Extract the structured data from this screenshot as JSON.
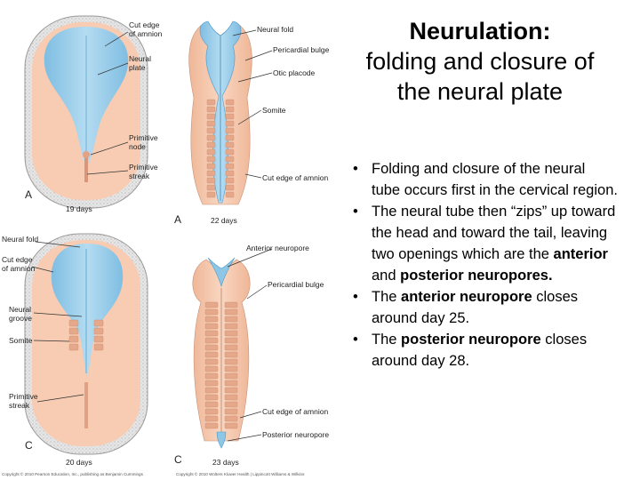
{
  "slide": {
    "title_bold": "Neurulation:",
    "title_rest": "folding and closure of the neural plate",
    "bullets": [
      [
        {
          "t": "Folding and closure of the neural tube occurs first in the cervical region.",
          "b": false
        }
      ],
      [
        {
          "t": "The neural tube then “zips” up toward the head and toward the tail, leaving two openings which are the ",
          "b": false
        },
        {
          "t": "anterior",
          "b": true
        },
        {
          "t": " and ",
          "b": false
        },
        {
          "t": "posterior neuropores.",
          "b": true
        }
      ],
      [
        {
          "t": "The ",
          "b": false
        },
        {
          "t": "anterior neuropore",
          "b": true
        },
        {
          "t": " closes around day 25.",
          "b": false
        }
      ],
      [
        {
          "t": "The ",
          "b": false
        },
        {
          "t": "posterior neuropore",
          "b": true
        },
        {
          "t": " closes around day 28.",
          "b": false
        }
      ]
    ]
  },
  "figure": {
    "top_left": {
      "letter": "A",
      "days": "19 days",
      "labels": {
        "cut_edge": [
          "Cut edge",
          "of amnion"
        ],
        "neural_plate": [
          "Neural",
          "plate"
        ],
        "primitive_node": [
          "Primitive",
          "node"
        ],
        "primitive_streak": [
          "Primitive",
          "streak"
        ]
      }
    },
    "top_right": {
      "letter": "A",
      "days": "22 days",
      "labels": {
        "neural_fold": "Neural fold",
        "pericardial_bulge": "Pericardial bulge",
        "otic_placode": "Otic placode",
        "somite": "Somite",
        "cut_edge": "Cut edge of amnion"
      }
    },
    "bottom_left": {
      "letter": "C",
      "days": "20 days",
      "labels": {
        "neural_fold": "Neural fold",
        "cut_edge": [
          "Cut edge",
          "of amnion"
        ],
        "neural_groove": [
          "Neural",
          "groove"
        ],
        "somite": "Somite",
        "primitive_streak": [
          "Primitive",
          "streak"
        ]
      }
    },
    "bottom_right": {
      "letter": "C",
      "days": "23 days",
      "labels": {
        "anterior_neuropore": "Anterior neuropore",
        "pericardial_bulge": "Pericardial bulge",
        "cut_edge": "Cut edge of amnion",
        "posterior_neuropore": "Posterior neuropore"
      }
    },
    "copyright_left": "Copyright © 2010 Pearson Education, Inc., publishing as Benjamin Cummings",
    "copyright_right": "Copyright © 2010 Wolters Kluwer Health | Lippincott Williams & Wilkins"
  },
  "colors": {
    "neural_tissue": "#8ec6e6",
    "embryo_tissue": "#f6c8ad",
    "amnion_fill": "#e2e2e2",
    "amnion_stipple": "#b8b8b8",
    "text": "#000000"
  }
}
